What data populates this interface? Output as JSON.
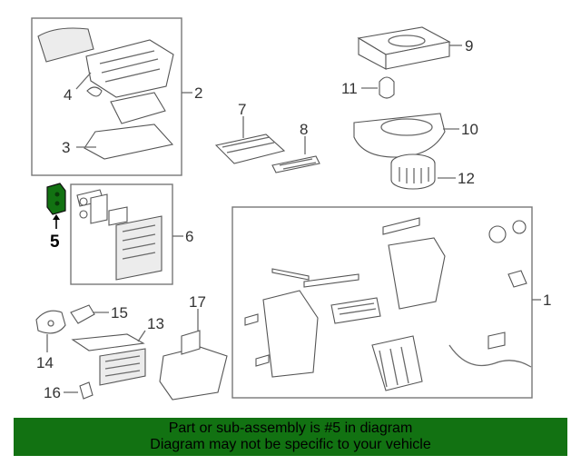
{
  "diagram": {
    "callouts": [
      "1",
      "2",
      "3",
      "4",
      "5",
      "6",
      "7",
      "8",
      "9",
      "10",
      "11",
      "12",
      "13",
      "14",
      "15",
      "16",
      "17"
    ],
    "highlight_part": "5",
    "highlight_color": "#127212"
  },
  "banner": {
    "line1": "Part or sub-assembly is #5 in diagram",
    "line2": "Diagram may not be specific to your vehicle",
    "color": "#127212"
  }
}
